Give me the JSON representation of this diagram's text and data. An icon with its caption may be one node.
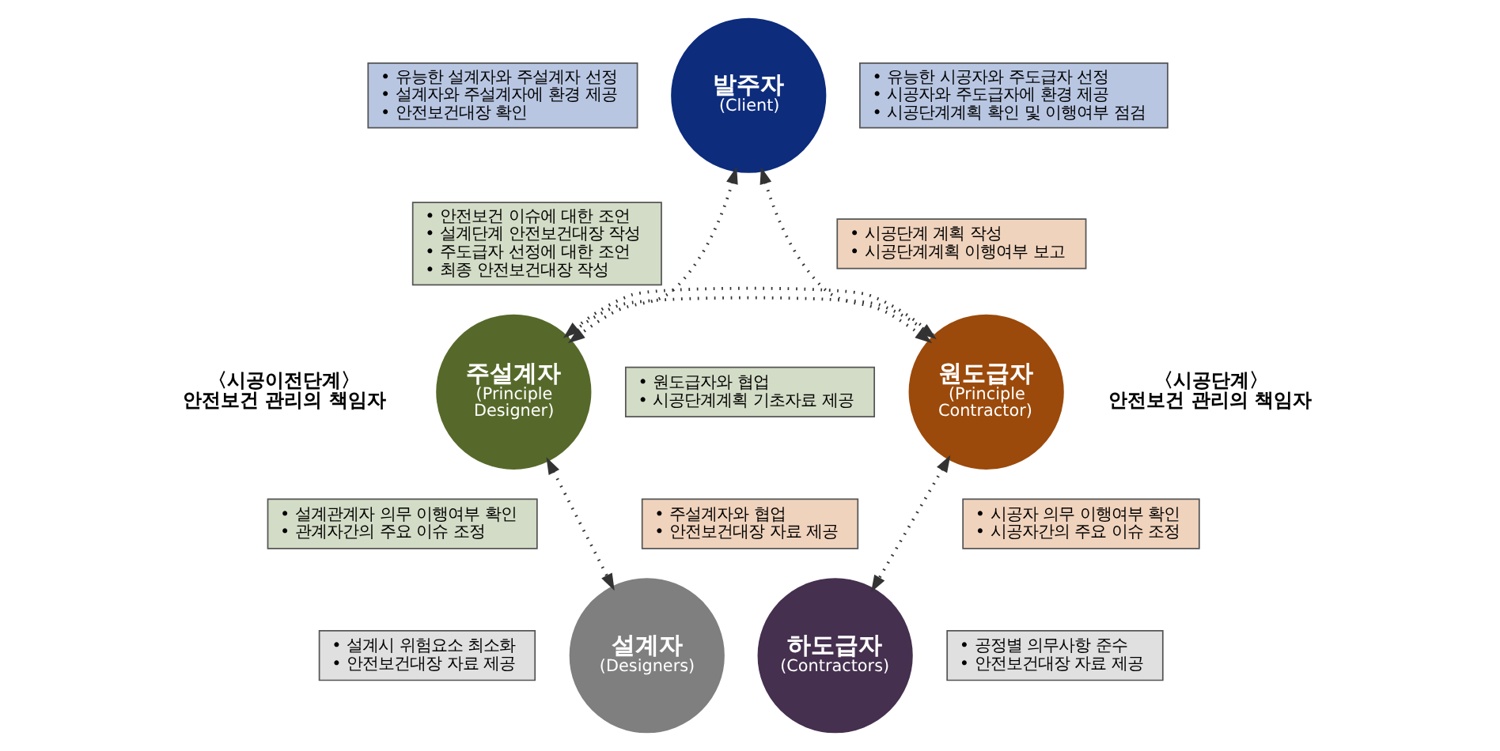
{
  "diagram": {
    "nodes": [
      {
        "text": [
          "• 유능한 설계자와 주설계자 선정",
          "• 설계자와 주설계자에 환경 제공",
          "• 안전보건대장 확인"
        ]
      },
      {
        "text": [
          "발주자",
          "(Client)"
        ]
      },
      {
        "text": [
          "• 유능한 시공자와 주도급자 선정",
          "• 시공자와 주도급자에 환경 제공",
          "• 시공단계계획 확인 및 이행여부 점검"
        ]
      },
      {
        "text": [
          "• 안전보건 이슈에 대한 조언",
          "• 설계단계 안전보건대장 작성",
          "• 주도급자 선정에 대한 조언",
          "• 최종 안전보건대장 작성"
        ]
      },
      {
        "text": [
          "주설계자",
          "(Principle Designer)"
        ]
      },
      {
        "text": [
          "• 원도급자와 협업",
          "• 시공단계계획 기초자료 제공"
        ]
      },
      {
        "text": [
          "원도급자",
          "(Principle Contractor)"
        ]
      },
      {
        "text": [
          "• 시공단계 계획 작성",
          "• 시공단계계획 이행여부 보고"
        ]
      },
      {
        "text": [
          "• 설계관계자 의무 이행여부 확인",
          "• 관계자간의 주요 이슈 조정"
        ]
      },
      {
        "text": [
          "• 주설계자와 협업",
          "• 안전보건대장 자료 제공"
        ]
      },
      {
        "text": [
          "• 시공자 의무 이행여부 확인",
          "• 시공자간의 주요 이슈 조정"
        ]
      },
      {
        "text": [
          "• 설계시 위험요소 최소화",
          "• 안전보건대장 자료 제공"
        ]
      },
      {
        "text": [
          "설계자",
          "(Designers)"
        ]
      },
      {
        "text": [
          "하도급자",
          "(Contractors)"
        ]
      },
      {
        "text": [
          "• 공정별 의무사항 준수",
          "• 안전보건대장 자료 제공"
        ]
      }
    ],
    "edges": [
      {
        "from": 1,
        "to": 4,
        "arrow": "both"
      },
      {
        "from": 1,
        "to": 6,
        "arrow": "both"
      },
      {
        "from": 4,
        "to": 6,
        "arrow": "to"
      },
      {
        "from": 6,
        "to": 4,
        "arrow": "to"
      },
      {
        "from": 4,
        "to": 12,
        "arrow": "both"
      },
      {
        "from": 6,
        "to": 13,
        "arrow": "both"
      }
    ],
    "labels": [
      "〈시공이전단계〉 안전보건 관리의 책임자",
      "〈시공단계〉 안전보건 관리의 책임자"
    ]
  }
}
